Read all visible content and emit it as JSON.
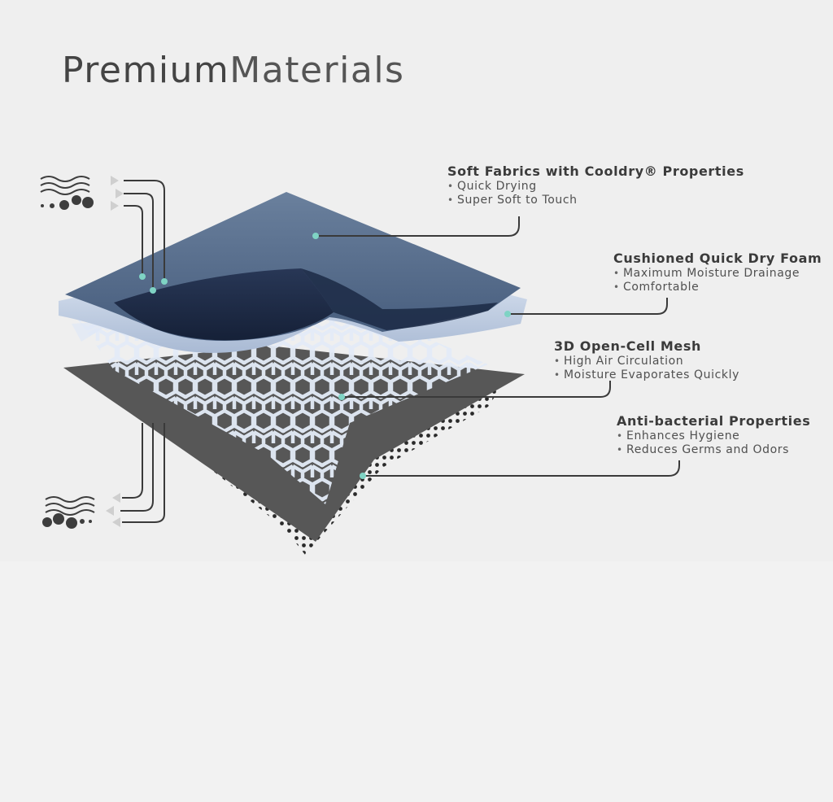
{
  "title": {
    "strong": "Premium",
    "light": "Materials"
  },
  "features": [
    {
      "heading": "Soft Fabrics with Cooldry® Properties",
      "bullets": [
        "Quick Drying",
        "Super Soft to Touch"
      ]
    },
    {
      "heading": "Cushioned Quick Dry Foam",
      "bullets": [
        "Maximum Moisture Drainage",
        "Comfortable"
      ]
    },
    {
      "heading": "3D Open-Cell Mesh",
      "bullets": [
        "High Air Circulation",
        "Moisture Evaporates Quickly"
      ]
    },
    {
      "heading": "Anti-bacterial Properties",
      "bullets": [
        "Enhances Hygiene",
        "Reduces Germs and Odors"
      ]
    }
  ],
  "colors": {
    "top_fabric": "#4f6685",
    "top_fabric_dark": "#1f2d47",
    "foam": "#c9d8ee",
    "mesh": "#dfe8f6",
    "base": "#555555",
    "accent_dot": "#7fd3c4",
    "leader": "#3a3a3a"
  },
  "icons": [
    "air-waves-icon",
    "moisture-droplets-icon",
    "arrow-right-icon",
    "arrow-left-icon"
  ]
}
